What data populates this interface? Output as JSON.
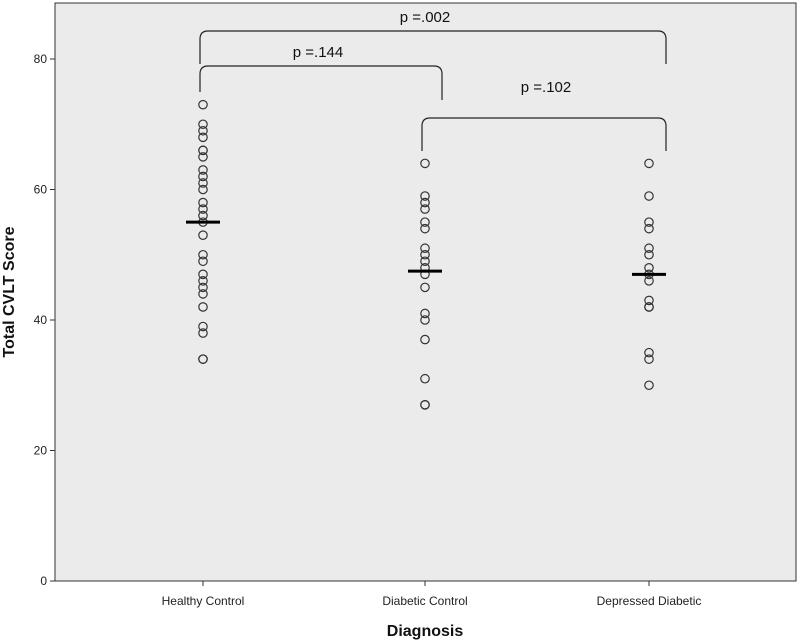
{
  "chart_data": {
    "type": "scatter",
    "xlabel": "Diagnosis",
    "ylabel": "Total CVLT Score",
    "ylim": [
      0,
      88
    ],
    "yticks": [
      0,
      20,
      40,
      60,
      80
    ],
    "grid": false,
    "background": "#ebebeb",
    "categories": [
      "Healthy Control",
      "Diabetic Control",
      "Depressed Diabetic"
    ],
    "series": [
      {
        "category": "Healthy Control",
        "values": [
          73,
          70,
          69,
          68,
          66,
          66,
          65,
          63,
          62,
          61,
          60,
          58,
          57,
          56,
          55,
          53,
          50,
          49,
          47,
          46,
          45,
          44,
          42,
          39,
          38,
          34,
          34
        ],
        "mean": 55
      },
      {
        "category": "Diabetic Control",
        "values": [
          64,
          59,
          58,
          57,
          55,
          54,
          51,
          50,
          49,
          48,
          47,
          45,
          41,
          40,
          37,
          31,
          27,
          27
        ],
        "mean": 47.5
      },
      {
        "category": "Depressed Diabetic",
        "values": [
          64,
          59,
          55,
          54,
          51,
          50,
          48,
          47,
          46,
          43,
          42,
          42,
          35,
          34,
          30
        ],
        "mean": 47
      }
    ],
    "comparisons": [
      {
        "from": "Healthy Control",
        "to": "Depressed Diabetic",
        "label": "p =.002"
      },
      {
        "from": "Healthy Control",
        "to": "Diabetic Control",
        "label": "p =.144"
      },
      {
        "from": "Diabetic Control",
        "to": "Depressed Diabetic",
        "label": "p =.102"
      }
    ]
  }
}
